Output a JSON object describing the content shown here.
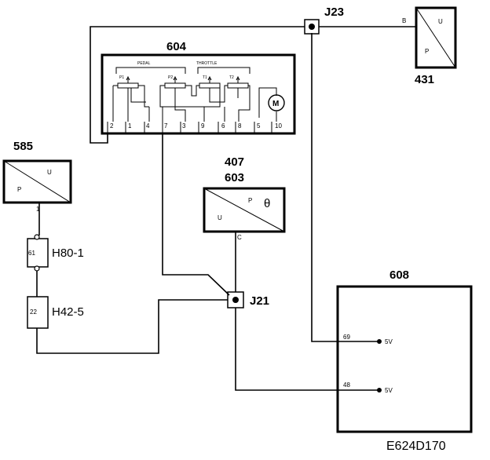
{
  "diagram": {
    "drawing_id": "E624D170",
    "components": {
      "c604": {
        "id": "604",
        "pedal_label": "PEDAL",
        "throttle_label": "THROTTLE",
        "pot_labels": [
          "P1",
          "P2",
          "T1",
          "T2"
        ],
        "motor_symbol": "M",
        "pins": [
          "2",
          "1",
          "4",
          "7",
          "3",
          "9",
          "6",
          "8",
          "5",
          "10"
        ]
      },
      "c431": {
        "id": "431",
        "u": "U",
        "p": "P"
      },
      "c585": {
        "id": "585",
        "u": "U",
        "p": "P"
      },
      "c603": {
        "id_top": "407",
        "id": "603",
        "u": "U",
        "p": "P",
        "theta": "θ"
      },
      "c608": {
        "id": "608"
      }
    },
    "junctions": {
      "j23": "J23",
      "j21": "J21"
    },
    "connectors": {
      "h80": {
        "name": "H80-1",
        "pin": "61"
      },
      "h42": {
        "name": "H42-5",
        "pin": "22"
      }
    },
    "wire_tags": {
      "c431_pin": "B",
      "c603_pin": "C",
      "c585_pin": "1"
    },
    "ecu_pins": [
      {
        "pin": "69",
        "label": "5V"
      },
      {
        "pin": "48",
        "label": "5V"
      }
    ]
  }
}
